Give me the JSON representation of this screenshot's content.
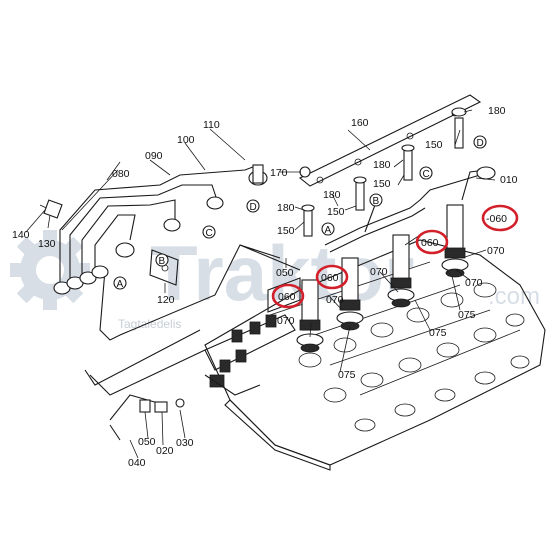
{
  "watermark": {
    "brand_main": "Traktor",
    "brand_suffix": ".com",
    "tagline": "Tagtaledelis"
  },
  "part_numbers": {
    "p010": "010",
    "p020": "020",
    "p030": "030",
    "p040": "040",
    "p050a": "050",
    "p050b": "050",
    "p060a": "060",
    "p060b": "060",
    "p060c": "060",
    "p060d": "-060",
    "p070a": "070",
    "p070b": "070",
    "p070c": "070",
    "p070d": "070",
    "p070e": "070",
    "p075a": "075",
    "p075b": "075",
    "p075c": "075",
    "p080": "080",
    "p090": "090",
    "p100": "100",
    "p110": "110",
    "p120": "120",
    "p130": "130",
    "p140": "140",
    "p150a": "150",
    "p150b": "150",
    "p150c": "150",
    "p150d": "150",
    "p160": "160",
    "p170": "170",
    "p180a": "180",
    "p180b": "180",
    "p180c": "180",
    "p180d": "180"
  },
  "callout_letters": {
    "a1": "A",
    "a2": "A",
    "b1": "B",
    "b2": "B",
    "c1": "C",
    "c2": "C",
    "d1": "D",
    "d2": "D"
  },
  "highlight_color": "#d21f2a",
  "watermark_color": "#b8c4d2"
}
